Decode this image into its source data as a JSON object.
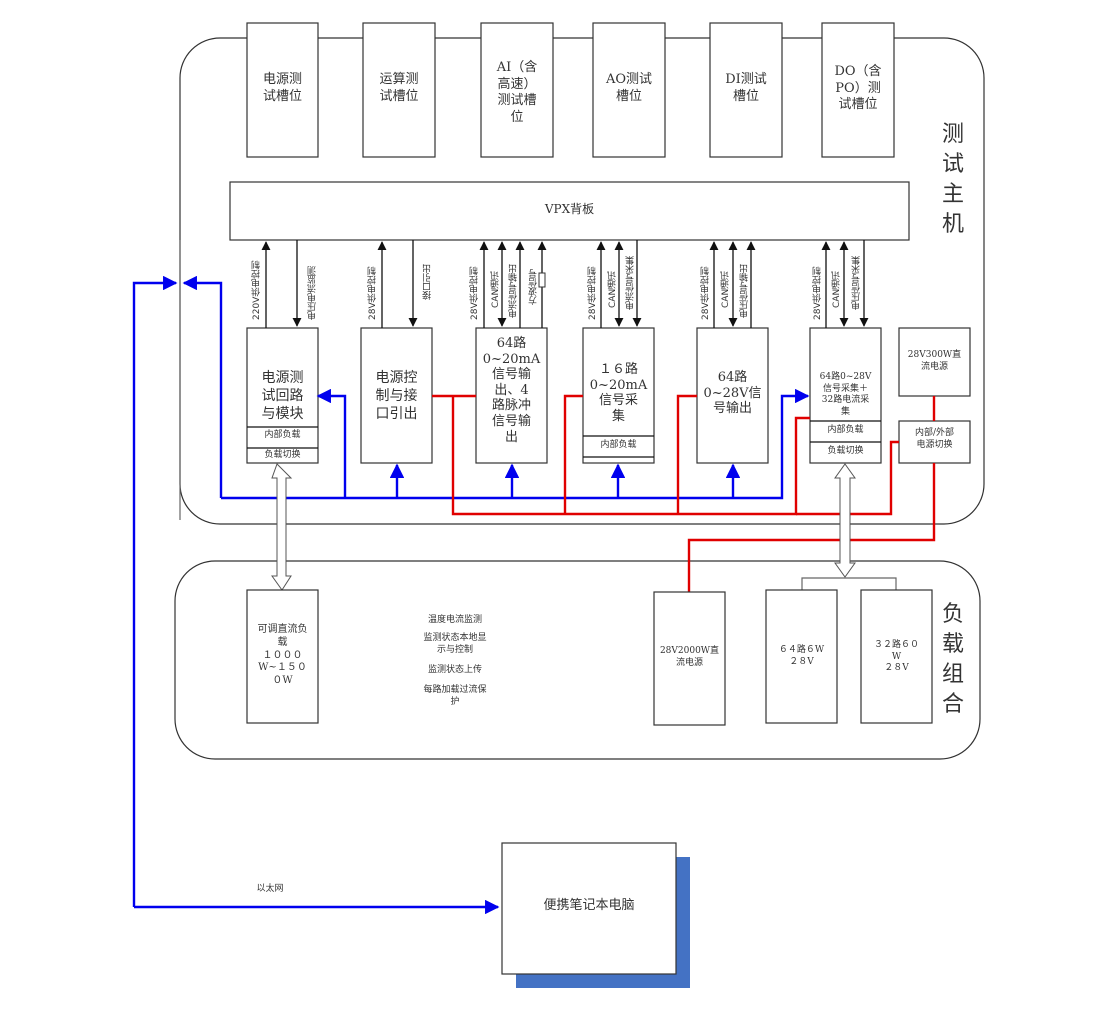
{
  "host": {
    "title": "测试主机",
    "slots": [
      {
        "label": "电源测\n试槽位"
      },
      {
        "label": "运算测\n试槽位"
      },
      {
        "label": "AI（含\n高速）\n测试槽\n位"
      },
      {
        "label": "AO测试\n槽位"
      },
      {
        "label": "DI测试\n槽位"
      },
      {
        "label": "DO（含\nPO）测\n试槽位"
      }
    ],
    "backplane": "VPX背板",
    "modules": [
      {
        "label": "电源测\n试回路\n与模块",
        "sub": [
          "内部负载",
          "负载切换"
        ],
        "signals": [
          "220V供电控制",
          "电压电流监测"
        ]
      },
      {
        "label": "电源控\n制与接\n口引出",
        "sub": [],
        "signals": [
          "28V供电控制",
          "接口引出"
        ]
      },
      {
        "label": "64路\n0~20mA\n信号输\n出、4\n路脉冲\n信号输\n出",
        "sub": [],
        "signals": [
          "28V供电控制",
          "CAN通讯",
          "电流信号输出",
          "方波信号"
        ]
      },
      {
        "label": "１６路\n0~20mA\n信号采\n集",
        "sub": [
          "内部负载"
        ],
        "signals": [
          "28V供电控制",
          "CAN通讯",
          "电流信号采集"
        ]
      },
      {
        "label": "64路\n0~28V信\n号输出",
        "sub": [],
        "signals": [
          "28V供电控制",
          "CAN通讯",
          "电压信号输出"
        ]
      },
      {
        "label": "64路0~28V\n信号采集＋\n32路电流采\n集",
        "sub": [
          "内部负载",
          "负载切换"
        ],
        "signals": [
          "28V供电控制",
          "CAN通讯",
          "电压信号采集"
        ]
      }
    ],
    "psu": "28V300W直\n流电源",
    "power_switch": "内部/外部\n电源切换"
  },
  "load": {
    "title": "负载组合",
    "adjustable_load": "可调直流负\n载\n１０００\nW~１５０\n０W",
    "features": [
      "温度电流监测",
      "监测状态本地显\n示与控制",
      "监测状态上传",
      "每路加载过流保\n护"
    ],
    "psu2000": "28V2000W直\n流电源",
    "load64": "６４路６W\n２８V",
    "load32": "３２路６０\nW\n２８V"
  },
  "network": {
    "ethernet_label": "以太网",
    "laptop": "便携笔记本电脑"
  },
  "colors": {
    "blue_bus": "#0000ee",
    "red_power": "#e00000",
    "laptop_shadow": "#4472c4"
  }
}
